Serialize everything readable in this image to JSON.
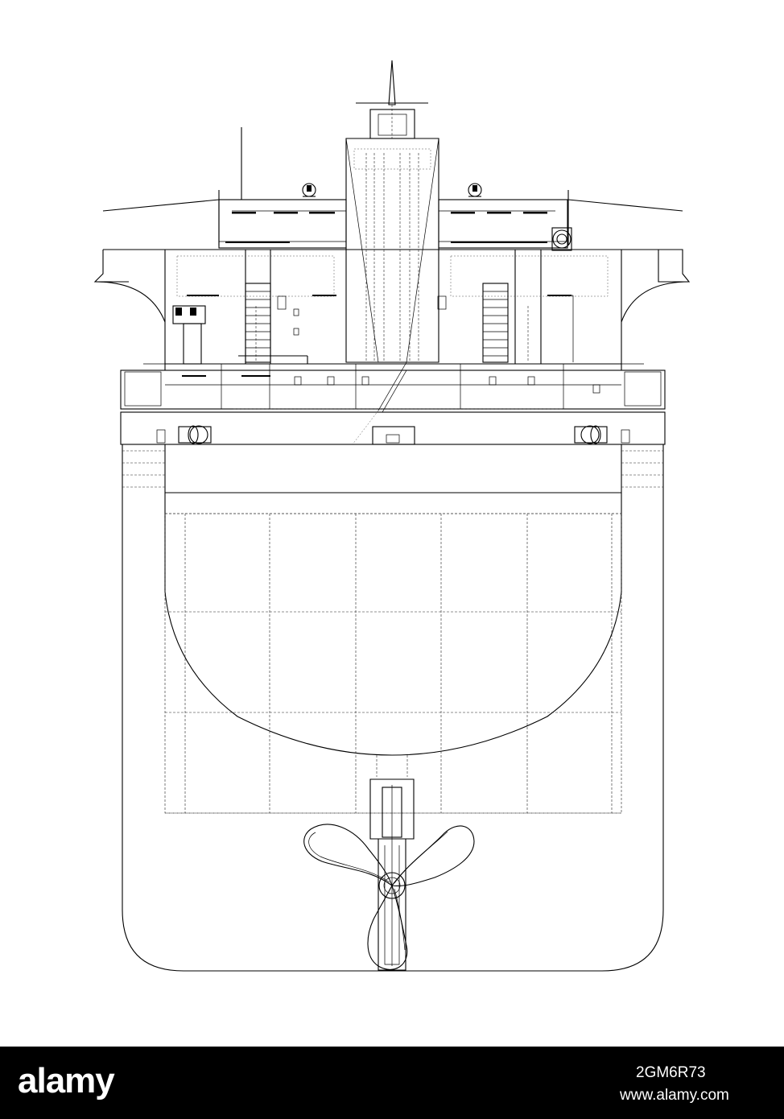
{
  "drawing": {
    "subject": "Ship stern elevation line drawing (propeller, rudder, superstructure, hatch grid)",
    "stroke_color": "#000000",
    "background_color": "#ffffff",
    "style": "outline with hidden dashed lines"
  },
  "footer": {
    "brand": "alamy",
    "image_id": "2GM6R73",
    "site": "www.alamy.com",
    "background_color": "#000000",
    "text_color": "#ffffff"
  }
}
